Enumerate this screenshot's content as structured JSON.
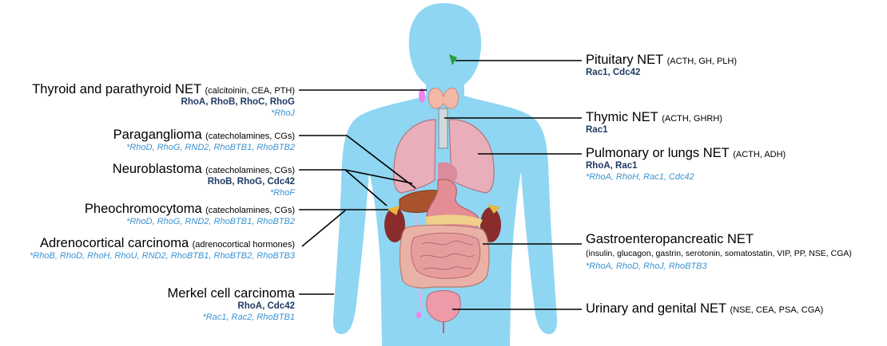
{
  "colors": {
    "body": "#8fd6f2",
    "dark_rho": "#1f3a63",
    "light_rho": "#3b93d1",
    "lines": "#000000",
    "markers": "#ee82ee"
  },
  "left": [
    {
      "title": "Thyroid and parathyroid NET",
      "hormones": "(calcitoinin, CEA, PTH)",
      "dark": "RhoA, RhoB, RhoC, RhoG",
      "light": "*RhoJ"
    },
    {
      "title": "Paraganglioma",
      "hormones": "(catecholamines, CGs)",
      "dark": "",
      "light": "*RhoD, RhoG, RND2, RhoBTB1, RhoBTB2"
    },
    {
      "title": "Neuroblastoma",
      "hormones": "(catecholamines, CGs)",
      "dark": "RhoB, RhoG, Cdc42",
      "light": "*RhoF"
    },
    {
      "title": "Pheochromocytoma",
      "hormones": "(catecholamines, CGs)",
      "dark": "",
      "light": "*RhoD, RhoG, RND2, RhoBTB1, RhoBTB2"
    },
    {
      "title": "Adrenocortical carcinoma",
      "hormones": "(adrenocortical hormones)",
      "dark": "",
      "light": "*RhoB, RhoD, RhoH, RhoU, RND2, RhoBTB1, RhoBTB2, RhoBTB3"
    },
    {
      "title": "Merkel cell carcinoma",
      "hormones": "",
      "dark": "RhoA, Cdc42",
      "light": "*Rac1, Rac2, RhoBTB1"
    }
  ],
  "right": [
    {
      "title": "Pituitary NET",
      "hormones": "(ACTH, GH, PLH)",
      "dark": "Rac1, Cdc42",
      "light": ""
    },
    {
      "title": "Thymic NET",
      "hormones": "(ACTH, GHRH)",
      "dark": "Rac1",
      "light": ""
    },
    {
      "title": "Pulmonary or lungs NET",
      "hormones": "(ACTH,  ADH)",
      "dark": "RhoA, Rac1",
      "light": "*RhoA, RhoH, Rac1, Cdc42"
    },
    {
      "title": "Gastroenteropancreatic NET",
      "hormones": "(insulin, glucagon, gastrin, serotonin, somatostatin, VIP, PP, NSE, CGA)",
      "dark": "",
      "light": "*RhoA, RhoD, RhoJ, RhoBTB3"
    },
    {
      "title": "Urinary and genital NET",
      "hormones": "(NSE, CEA, PSA, CGA)",
      "dark": "",
      "light": ""
    }
  ]
}
